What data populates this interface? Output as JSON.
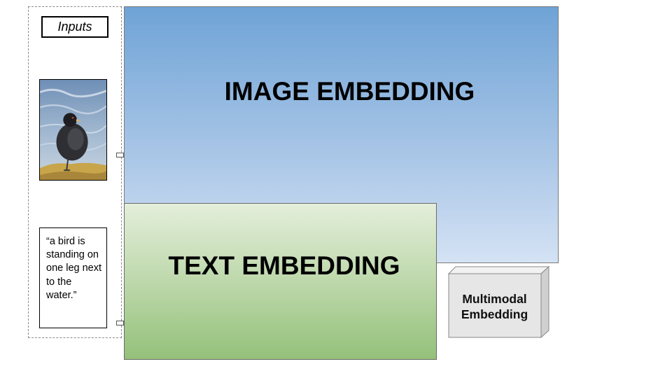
{
  "inputs": {
    "label": "Inputs",
    "image_icon": "bird-photo",
    "caption": "“a bird is standing on one leg next to the water.”"
  },
  "embeddings": {
    "image": {
      "label": "IMAGE EMBEDDING",
      "color": "#6fa3d6"
    },
    "text": {
      "label": "TEXT EMBEDDING",
      "color": "#94c17a"
    },
    "multimodal": {
      "label_line1": "Multimodal",
      "label_line2": "Embedding",
      "color": "#e6e6e6"
    }
  }
}
